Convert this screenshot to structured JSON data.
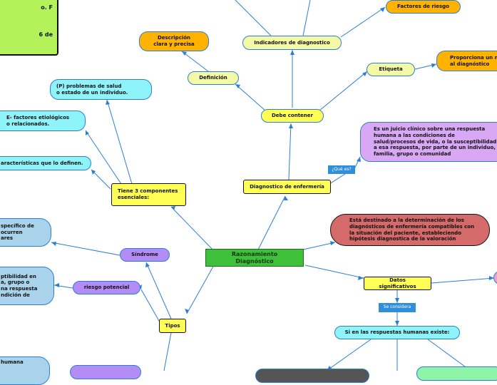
{
  "diagram": {
    "root": "Razonamiento Diagnóstico",
    "top_left_box": {
      "line1": "o. F",
      "line2": "6 de"
    },
    "tipos": "Tipos",
    "tipos_children": {
      "sindrome": "Síndrome",
      "riesgo_potencial": "riesgo potencial"
    },
    "sindrome_desc": "specífico de\nocurren\nares",
    "riesgo_desc": "ptibilidad en\na, grupo o\nna respuesta\nndición de",
    "bottom_left_desc": "humana",
    "tres_componentes": "Tiene 3 componentes esenciales:",
    "componentes": {
      "p": "(P) problemas de salud\no estado de un individuo.",
      "e": "E- factores etiológicos\no relacionados.",
      "s": "aracterísticas que lo definen."
    },
    "diagnostico_enfermeria": "Diagnostico de enfermería",
    "que_es_tag": "¿Qué es?",
    "que_es_desc": "Es un juicio clínico sobre una respuesta humana a las condiciones de salud/procesos de vida, o la susceptibilidad a esa respuesta, por parte de un individuo, familia, grupo o comunidad",
    "debe_contener": "Debe contener",
    "definicion": "Definición",
    "descripcion": "Descripción\nclara y precisa",
    "indicadores": "Indicadores de diagnostico",
    "factores_riesgo": "Factores de riesgo",
    "etiqueta": "Etiqueta",
    "proporciona": "Proporciona un n\nal diagnóstico",
    "destinado": "Está destinado a la determinación de los diagnósticos de enfermería compatibles con la situación del paciente, estableciendo hipótesis diagnostica de la valoración",
    "datos_significativos": "Datos significativos",
    "se_considera_tag": "Se considera",
    "si_respuestas": "Si en las respuestas humanas existe:"
  },
  "colors": {
    "root": "#3fc03a",
    "yellow": "#ffff55",
    "pale_yellow": "#f4f9a6",
    "orange": "#ffb300",
    "cyan": "#8ff4fa",
    "light_blue": "#a9d3ea",
    "purple": "#b48cf5",
    "lilac": "#d8a8f5",
    "red": "#d46a6a",
    "line": "#2a7fd4"
  }
}
